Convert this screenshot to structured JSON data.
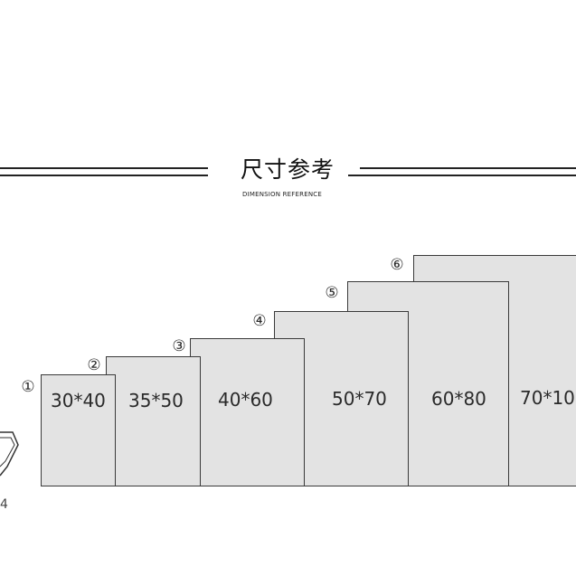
{
  "header": {
    "title": "尺寸参考",
    "subtitle": "DIMENSION REFERENCE"
  },
  "sizes": [
    {
      "number": "①",
      "label": "30*40"
    },
    {
      "number": "②",
      "label": "35*50"
    },
    {
      "number": "③",
      "label": "40*60"
    },
    {
      "number": "④",
      "label": "50*70"
    },
    {
      "number": "⑤",
      "label": "60*80"
    },
    {
      "number": "⑥",
      "label": "70*10"
    }
  ],
  "fragment": {
    "digit": "4"
  },
  "colors": {
    "panel_fill": "#e3e3e3",
    "outline": "#3a3a3a",
    "background": "#ffffff"
  }
}
